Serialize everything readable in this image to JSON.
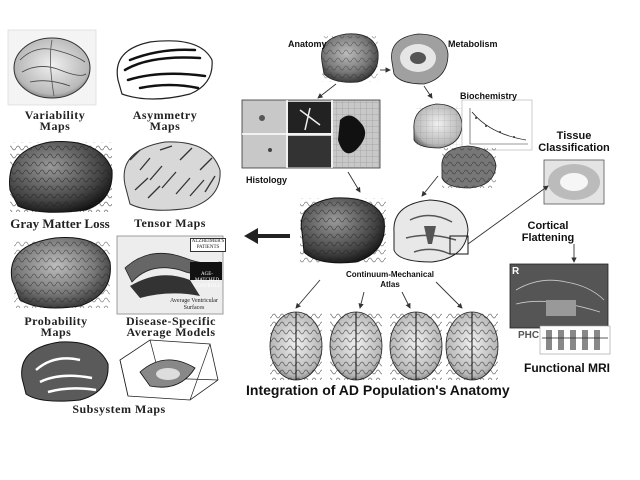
{
  "left_panel": {
    "variability": "Variability Maps",
    "asymmetry": "Asymmetry Maps",
    "gray_matter": "Gray Matter Loss",
    "tensor": "Tensor Maps",
    "probability": "Probability Maps",
    "disease_specific": "Disease-Specific Average Models",
    "subsystem": "Subsystem Maps",
    "inset": {
      "alzheimers": "ALZHEIMER'S PATIENTS",
      "age_matched": "AGE-MATCHED CONTROLS",
      "ventricular": "Average Ventricular Surfaces"
    }
  },
  "right_panel": {
    "anatomy": "Anatomy",
    "metabolism": "Metabolism",
    "biochemistry": "Biochemistry",
    "histology": "Histology",
    "tissue_classification": "Tissue Classification",
    "cortical_flattening": "Cortical Flattening",
    "atlas": "Continuum-Mechanical Atlas",
    "functional_mri": "Functional MRI",
    "phc": "PHC",
    "fmri_r": "R"
  },
  "main_title": "Integration of AD Population's Anatomy",
  "colors": {
    "ink": "#111111",
    "brain_dark": "#3a3a3a",
    "brain_mid": "#8a8a8a",
    "brain_light": "#d4d4d4",
    "arrow": "#333333"
  }
}
